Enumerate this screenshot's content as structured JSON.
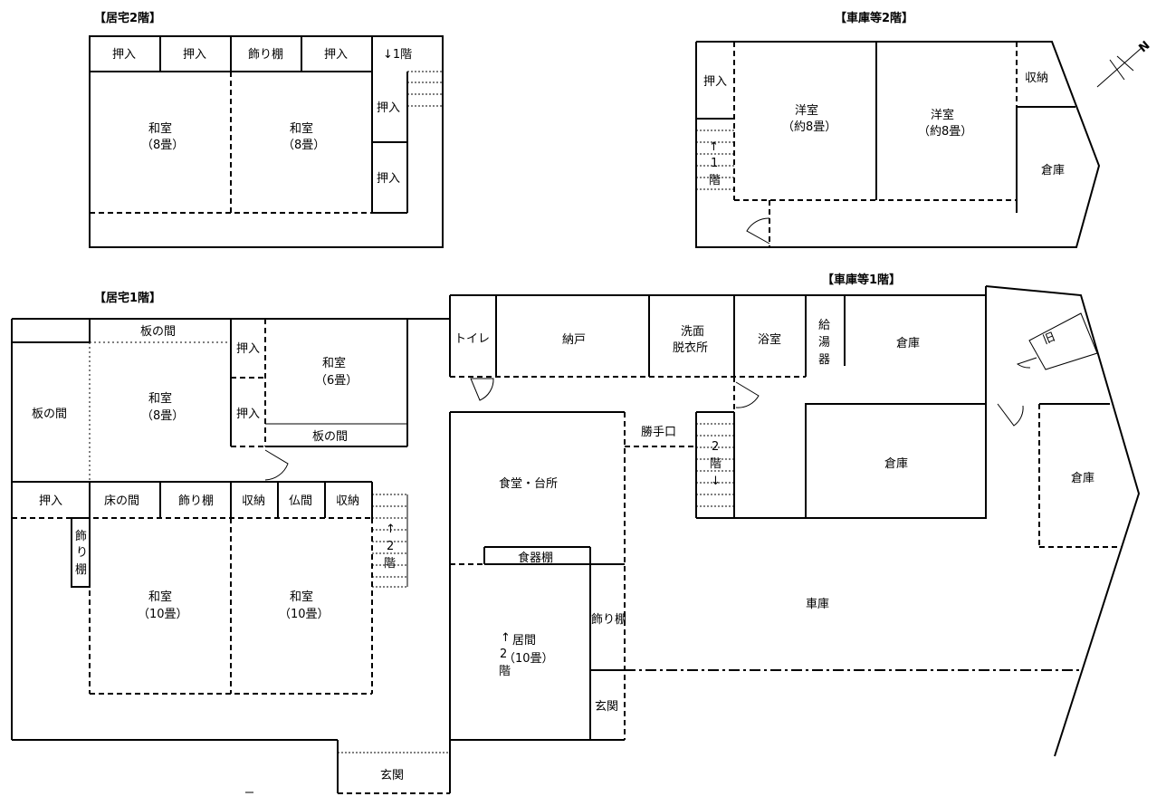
{
  "titles": {
    "home_2f": "【居宅2階】",
    "garage_2f": "【車庫等2階】",
    "home_1f": "【居宅1階】",
    "garage_1f": "【車庫等1階】"
  },
  "compass": {
    "north": "N"
  },
  "home_2f": {
    "closet_1": "押入",
    "closet_2": "押入",
    "alcove_shelf": "飾り棚",
    "closet_3": "押入",
    "to_1f": "↓1階",
    "closet_right_1": "押入",
    "closet_right_2": "押入",
    "room_1_name": "和室",
    "room_1_size": "（8畳）",
    "room_2_name": "和室",
    "room_2_size": "（8畳）"
  },
  "garage_2f": {
    "closet": "押入",
    "stair_arrow": "↑",
    "stair_1": "1",
    "stair_2": "階",
    "western_1_name": "洋室",
    "western_1_size": "（約8畳）",
    "western_2_name": "洋室",
    "western_2_size": "（約8畳）",
    "storage": "収納",
    "warehouse": "倉庫"
  },
  "home_1f": {
    "wood_room_top": "板の間",
    "wood_room_left": "板の間",
    "room_8_name": "和室",
    "room_8_size": "（8畳）",
    "closet_a": "押入",
    "closet_b": "押入",
    "room_6_name": "和室",
    "room_6_size": "（6畳）",
    "wood_room_right": "板の間",
    "closet_c": "押入",
    "tokonoma": "床の間",
    "alcove_shelf": "飾り棚",
    "storage_1": "収納",
    "butsuma": "仏間",
    "storage_2": "収納",
    "shelf_v1": "飾",
    "shelf_v2": "り",
    "shelf_v3": "棚",
    "room_10a_name": "和室",
    "room_10a_size": "（10畳）",
    "room_10b_name": "和室",
    "room_10b_size": "（10畳）",
    "stair_arrow": "↑",
    "stair_2": "2",
    "stair_kai": "階",
    "entrance": "玄関",
    "dining_kitchen": "食堂・台所",
    "dish_cabinet": "食器棚",
    "living_arrow": "↑",
    "living_name": "居間",
    "living_2": "2",
    "living_size": "（10畳）",
    "living_kai": "階",
    "shelf_side": "飾り棚",
    "entrance_2": "玄関"
  },
  "garage_1f": {
    "toilet": "トイレ",
    "storeroom": "納戸",
    "washroom_1": "洗面",
    "washroom_2": "脱衣所",
    "bathroom": "浴室",
    "boiler_1": "給",
    "boiler_2": "湯",
    "boiler_3": "器",
    "warehouse_1": "倉庫",
    "old": "旧",
    "back_door": "勝手口",
    "stair_2": "2",
    "stair_kai": "階",
    "stair_arrow": "↓",
    "warehouse_2": "倉庫",
    "warehouse_3": "倉庫",
    "garage": "車庫"
  }
}
